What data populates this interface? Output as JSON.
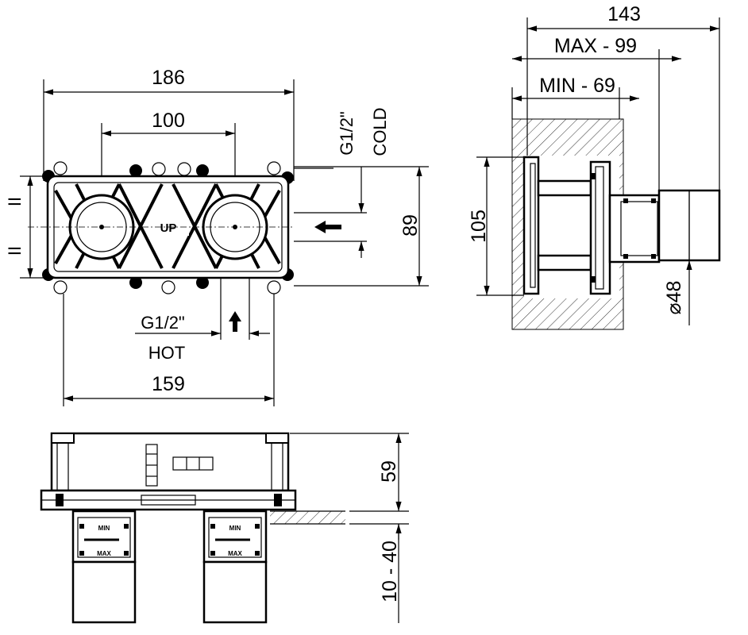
{
  "front_view": {
    "width_overall": "186",
    "inlet_spacing": "100",
    "width_mounting": "159",
    "height_body": "89",
    "equal_mark_top": "II",
    "equal_mark_bottom": "II",
    "cold_thread": "G1/2\"",
    "cold_label": "COLD",
    "hot_thread": "G1/2\"",
    "hot_label": "HOT",
    "center_label": "UP"
  },
  "side_view": {
    "depth_overall": "143",
    "depth_max": "MAX - 99",
    "depth_min": "MIN - 69",
    "height_flange": "105",
    "outlet_diameter": "⌀48"
  },
  "bottom_view": {
    "height_body": "59",
    "wall_range": "10 - 40",
    "min_label": "MIN",
    "max_label": "MAX"
  }
}
